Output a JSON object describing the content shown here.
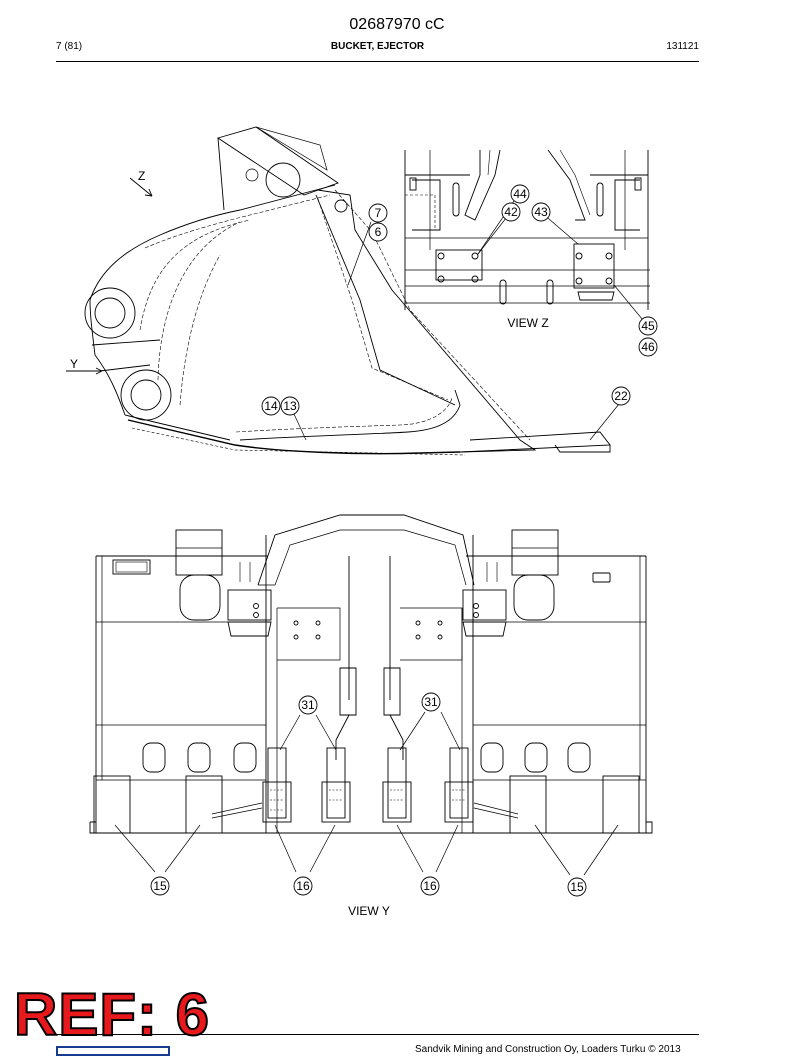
{
  "header": {
    "doc_number": "02687970 cC",
    "page": "7 (81)",
    "title": "BUCKET, EJECTOR",
    "code": "131121"
  },
  "views": {
    "z_arrow": "Z",
    "y_arrow": "Y",
    "view_z_label": "VIEW Z",
    "view_y_label": "VIEW Y"
  },
  "callouts": {
    "c7": "7",
    "c6": "6",
    "c44": "44",
    "c42": "42",
    "c43": "43",
    "c45": "45",
    "c46": "46",
    "c22": "22",
    "c14": "14",
    "c13": "13",
    "c31a": "31",
    "c31b": "31",
    "c15a": "15",
    "c16a": "16",
    "c16b": "16",
    "c15b": "15"
  },
  "reference": "REF: 6",
  "footer": {
    "copyright": "Sandvik Mining and Construction Oy, Loaders Turku © 2013"
  }
}
